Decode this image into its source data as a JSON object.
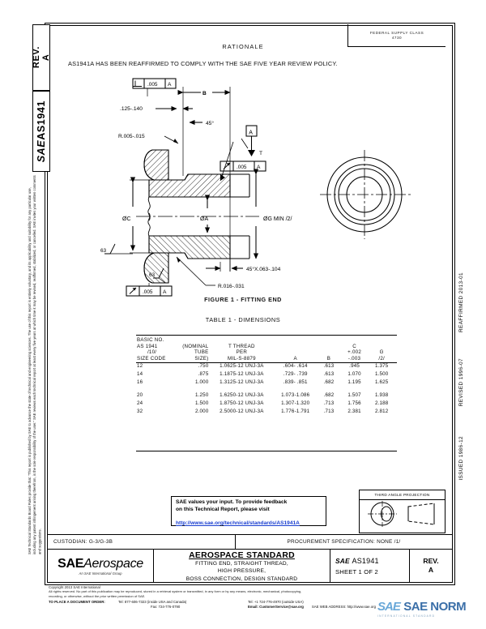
{
  "sidebar_left": {
    "rev_tab": "REV.\nA",
    "standard_tab_prefix": "SAE",
    "standard_tab": "AS1941",
    "disclaimer": "SAE Technical Standards Board Rules provide that: \"This report is published by SAE to advance the state of technical and engineering sciences. The use of this report is entirely voluntary, and its applicability and suitability for any particular use, including any patent infringement arising therefrom, is the sole responsibility of the user.\"  SAE reviews each technical report at least every five years at which time it may be revised, reaffirmed, stabilized, or cancelled. SAE invites your written comments and suggestions."
  },
  "sidebar_right": {
    "dates": [
      "ISSUED 1986-12",
      "REVISED 1996-07",
      "REAFFIRMED 2013-01"
    ]
  },
  "fsc_box": {
    "line1": "FEDERAL SUPPLY CLASS",
    "line2": "4730"
  },
  "rationale": {
    "title": "RATIONALE",
    "body": "AS1941A HAS BEEN REAFFIRMED TO COMPLY WITH THE SAE FIVE YEAR REVIEW POLICY."
  },
  "figure": {
    "caption": "FIGURE 1 - FITTING END",
    "callouts": {
      "fcf_perp": "⊥",
      "fcf_perp_val": ".005",
      "fcf_datum": "A",
      "dim_b": "B",
      "dim_chamfer": ".125-.140",
      "angle_45": "45°",
      "radius_top": "R.005-.015",
      "radius_bottom": "R.016-.031",
      "datum_a_box": "A",
      "surface_t": "T",
      "dia_c": "ØC",
      "dia_a": "ØA",
      "dia_g_min": "ØG MIN /2/",
      "chamfer_note": "45°X.063-.104",
      "surf_finish": "63",
      "fcf_runout_val": ".005",
      "fcf_runout_datum": "A"
    }
  },
  "table": {
    "caption": "TABLE 1 - DIMENSIONS",
    "headers": {
      "code": [
        "BASIC NO.",
        "AS 1941",
        "/10/",
        "SIZE CODE"
      ],
      "tube": [
        "(NOMINAL",
        "TUBE",
        "SIZE)"
      ],
      "thread": [
        "T THREAD",
        "PER",
        "MIL-S-8879"
      ],
      "a": "A",
      "b": "B",
      "c": [
        "C",
        "+.002",
        "-.003"
      ],
      "g": [
        "G",
        "/2/"
      ]
    },
    "rows": [
      {
        "code": "12",
        "tube": ".750",
        "thread": "1.0625-12 UNJ-3A",
        "a": ".604- .614",
        "b": ".613",
        "c": ".945",
        "g": "1.375"
      },
      {
        "code": "14",
        "tube": ".875",
        "thread": "1.1875-12 UNJ-3A",
        "a": ".729- .739",
        "b": ".613",
        "c": "1.070",
        "g": "1.500"
      },
      {
        "code": "16",
        "tube": "1.000",
        "thread": "1.3125-12 UNJ-3A",
        "a": ".839- .851",
        "b": ".682",
        "c": "1.195",
        "g": "1.625"
      },
      {
        "code": "20",
        "tube": "1.250",
        "thread": "1.6250-12 UNJ-3A",
        "a": "1.073-1.086",
        "b": ".682",
        "c": "1.507",
        "g": "1.938"
      },
      {
        "code": "24",
        "tube": "1.500",
        "thread": "1.8750-12 UNJ-3A",
        "a": "1.307-1.320",
        "b": ".713",
        "c": "1.756",
        "g": "2.188"
      },
      {
        "code": "32",
        "tube": "2.000",
        "thread": "2.5000-12 UNJ-3A",
        "a": "1.776-1.791",
        "b": ".713",
        "c": "2.381",
        "g": "2.812"
      }
    ]
  },
  "feedback": {
    "line1": "SAE values your input. To provide feedback",
    "line2": "on this Technical Report, please visit",
    "link": "http://www.sae.org/technical/standards/AS1941A",
    "link_color": "#1a3fd0"
  },
  "third_angle": {
    "label": "THIRD ANGLE PROJECTION"
  },
  "custodian": {
    "left": "CUSTODIAN: G-3/G-3B",
    "right": "PROCUREMENT SPECIFICATION: NONE /1/"
  },
  "title_block": {
    "logo_bold": "SAE",
    "logo_italic": "Aerospace",
    "logo_sub": "An SAE International Group",
    "heading": "AEROSPACE STANDARD",
    "sub1": "FITTING END, STRAIGHT THREAD,",
    "sub2": "HIGH PRESSURE,",
    "sub3": "BOSS CONNECTION, DESIGN STANDARD",
    "sae_mark": "SAE",
    "number": "AS1941",
    "sheet": "SHEET 1 OF 2",
    "rev_label": "REV.",
    "rev_value": "A"
  },
  "footer": {
    "copyright": "Copyright 2013 SAE International",
    "rights1": "All rights reserved. No part of this publication may be reproduced, stored in a retrieval system or transmitted, in any form or by any means, electronic, mechanical, photocopying,",
    "rights2": "recording, or otherwise, without the prior written permission of SAE.",
    "order_label": "TO PLACE A DOCUMENT ORDER:",
    "tel_us": "Tel: 877-606-7323 (inside USA and Canada)",
    "fax": "Fax: 724-776-0790",
    "tel_intl": "Tel: +1 724-776-4970 (outside USA)",
    "email": "Email: CustomerService@sae.org",
    "web": "SAE WEB ADDRESS:  http://www.sae.org"
  },
  "watermark": {
    "word1": "SAE",
    "word2": "SAE NORM",
    "sub": "INTERNATIONAL          STANDARD"
  }
}
